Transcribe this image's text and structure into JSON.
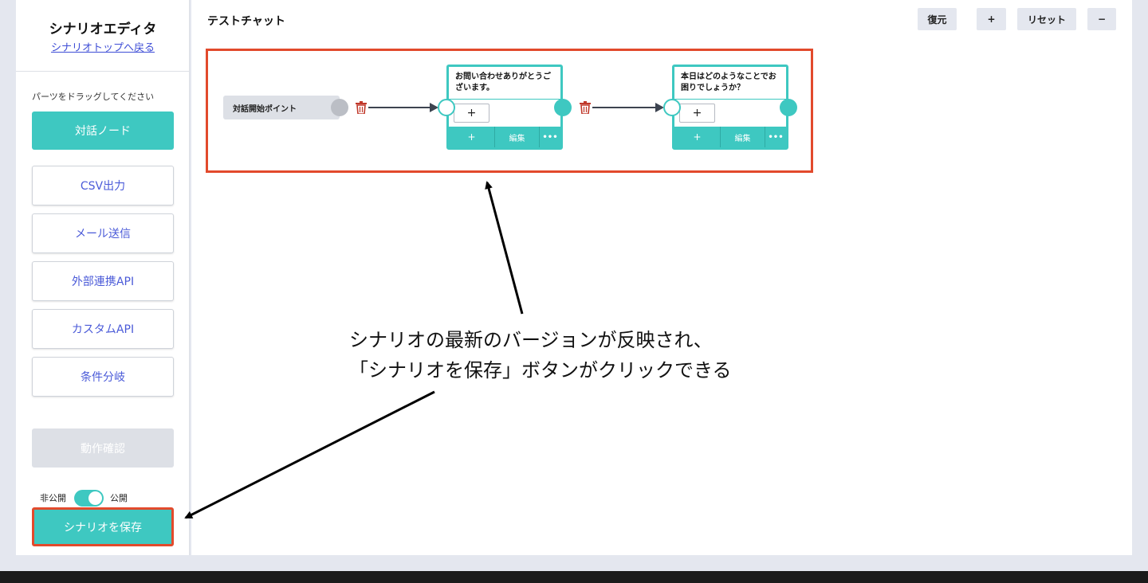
{
  "sidebar": {
    "title": "シナリオエディタ",
    "back_link": "シナリオトップへ戻る",
    "hint": "パーツをドラッグしてください",
    "dialog_node": "対話ノード",
    "parts": [
      "CSV出力",
      "メール送信",
      "外部連携API",
      "カスタムAPI",
      "条件分岐"
    ],
    "check_button": "動作確認",
    "toggle": {
      "off_label": "非公開",
      "on_label": "公開",
      "state": "on"
    },
    "save_button": "シナリオを保存"
  },
  "main": {
    "title": "テストチャット",
    "toolbar": {
      "restore": "復元",
      "zoom_in": "+",
      "reset": "リセット",
      "zoom_out": "−"
    }
  },
  "flow": {
    "start": "対話開始ポイント",
    "nodes": [
      {
        "text": "お問い合わせありがとうございます。",
        "add": "+",
        "foot_add": "+",
        "foot_edit": "編集",
        "foot_more": "•••"
      },
      {
        "text": "本日はどのようなことでお困りでしょうか？",
        "add": "+",
        "foot_add": "+",
        "foot_edit": "編集",
        "foot_more": "•••"
      }
    ]
  },
  "annotation": "シナリオの最新のバージョンが反映され、\n「シナリオを保存」ボタンがクリックできる",
  "colors": {
    "accent": "#3ec8c1",
    "highlight": "#e24a2c",
    "link": "#3e4dd6",
    "trash": "#c0392b"
  }
}
